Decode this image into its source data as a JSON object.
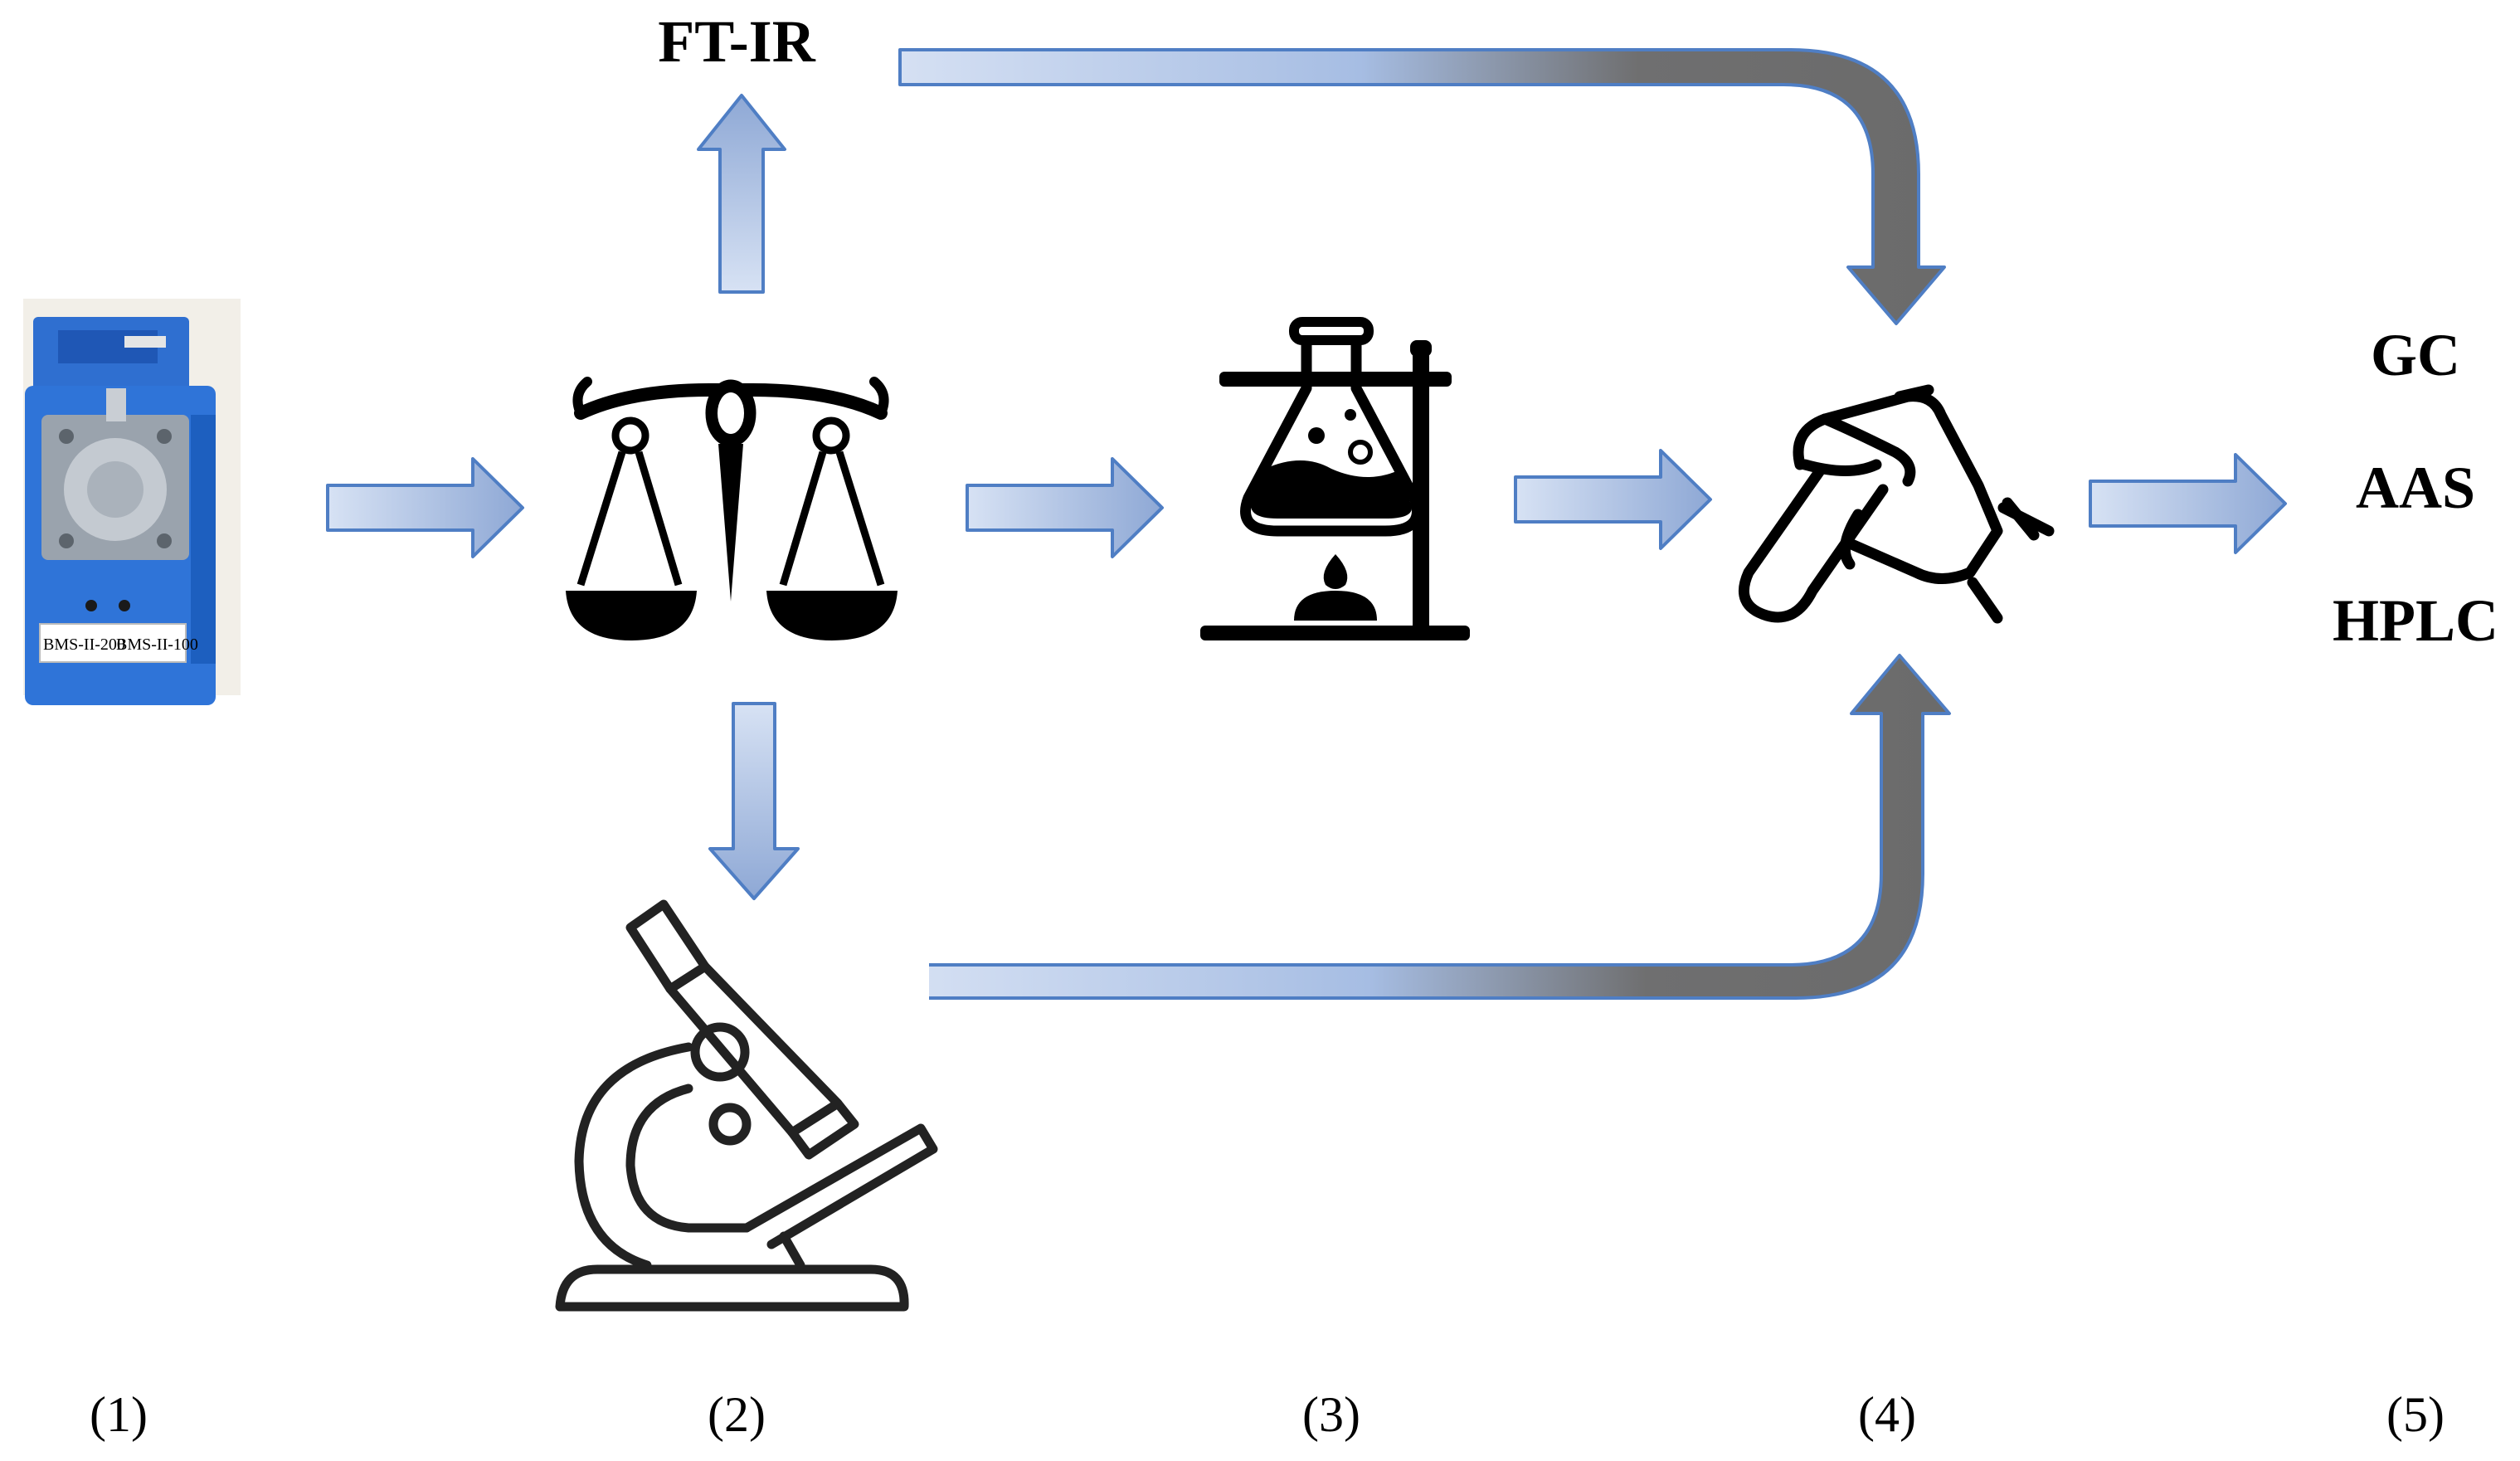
{
  "labels": {
    "ftir": "FT-IR",
    "methods": [
      "GC",
      "AAS",
      "HPLC"
    ],
    "steps": [
      "(1)",
      "(2)",
      "(3)",
      "(4)",
      "(5)"
    ]
  },
  "device_markings": [
    "BMS-II-200",
    "BMS-II-100"
  ],
  "colors": {
    "arrow_light": "#cfdcf2",
    "arrow_mid": "#8fa9d6",
    "arrow_outline": "#4f7ec4",
    "arrow_dark": "#6e6e6e",
    "device_blue": "#2f6fd0",
    "icon": "#000000"
  },
  "icons": [
    "sampling-pump",
    "balance-scale",
    "flask-on-burner",
    "gloved-hand-test-tube",
    "microscope"
  ]
}
